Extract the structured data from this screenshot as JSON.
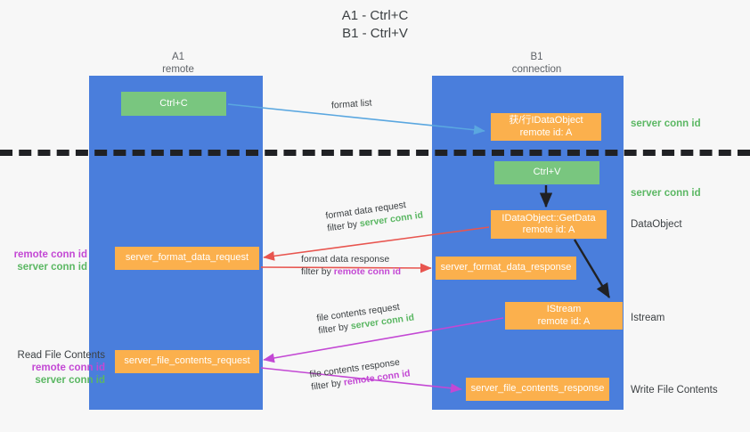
{
  "title": {
    "line1": "A1 - Ctrl+C",
    "line2": "B1 - Ctrl+V"
  },
  "columns": [
    {
      "name": "A1",
      "sub": "remote"
    },
    {
      "name": "B1",
      "sub": "connection"
    }
  ],
  "colors": {
    "lane": "#4a7edc",
    "green_node": "#79c67f",
    "orange_node": "#fbb04d",
    "server_conn_id": "#5bb763",
    "remote_conn_id": "#c348d4",
    "arrow_blue": "#5aa7e0",
    "arrow_red": "#e8554f",
    "arrow_magenta": "#c348d4",
    "arrow_black": "#202124",
    "background": "#f7f7f7"
  },
  "nodes": {
    "ctrl_c": {
      "label": "Ctrl+C",
      "style": "green"
    },
    "idataobject": {
      "line1": "获/行IDataObject",
      "line2": "remote id: A",
      "style": "orange"
    },
    "ctrl_v": {
      "label": "Ctrl+V",
      "style": "green"
    },
    "getdata": {
      "line1": "IDataObject::GetData",
      "line2": "remote id: A",
      "style": "orange"
    },
    "istream": {
      "line1": "IStream",
      "line2": "remote id: A",
      "style": "orange"
    },
    "server_format_data_request": {
      "label": "server_format_data_request",
      "style": "orange"
    },
    "server_format_data_response": {
      "label": "server_format_data_response",
      "style": "orange"
    },
    "server_file_contents_request": {
      "label": "server_file_contents_request",
      "style": "orange"
    },
    "server_file_contents_response": {
      "label": "server_file_contents_response",
      "style": "orange"
    }
  },
  "edge_labels": {
    "format_list": {
      "text": "format list"
    },
    "format_data_request": {
      "line1": "format data request",
      "line2_prefix": "filter by ",
      "line2_highlight": "server conn id",
      "highlight_kind": "server"
    },
    "format_data_response": {
      "line1": "format data response",
      "line2_prefix": "filter by ",
      "line2_highlight": "remote conn id",
      "highlight_kind": "remote"
    },
    "file_contents_request": {
      "line1": "file contents request",
      "line2_prefix": "filter by ",
      "line2_highlight": "server conn id",
      "highlight_kind": "server"
    },
    "file_contents_response": {
      "line1": "file contents response",
      "line2_prefix": "filter by ",
      "line2_highlight": "remote conn id",
      "highlight_kind": "remote"
    }
  },
  "right_notes": {
    "server_conn_id_top": "server conn id",
    "server_conn_id_mid": "server conn id",
    "dataobject": "DataObject",
    "istream": "Istream",
    "write_file_contents": "Write File Contents"
  },
  "left_notes": {
    "block1": {
      "remote": "remote conn id",
      "server": "server conn id"
    },
    "block2": {
      "heading": "Read File Contents",
      "remote": "remote conn id",
      "server": "server conn id"
    }
  }
}
